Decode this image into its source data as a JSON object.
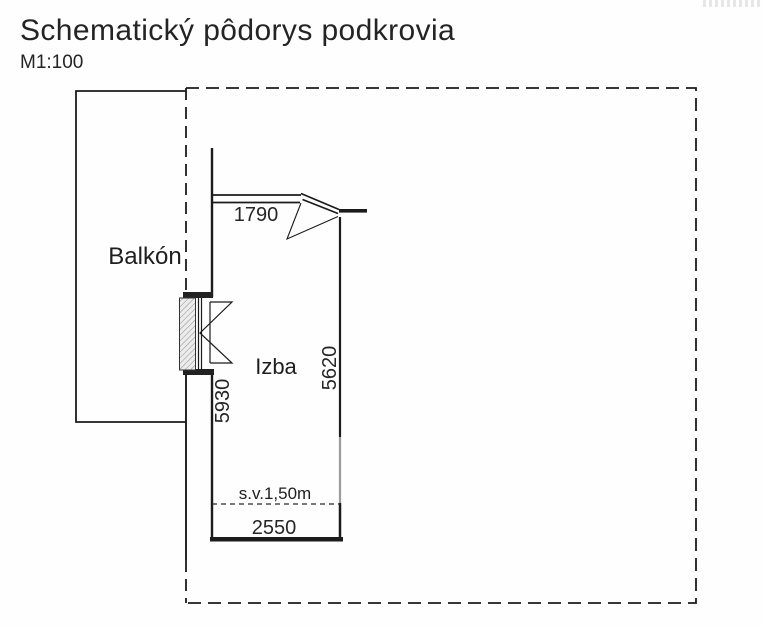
{
  "document": {
    "title": "Schematický pôdorys podkrovia",
    "scale": "M1:100"
  },
  "plan": {
    "balcony_label": "Balkón",
    "room_label": "Izba",
    "ceiling_height_label": "s.v.1,50m",
    "dimensions": {
      "door_opening_top": "1790",
      "room_depth_left": "5930",
      "room_depth_right": "5620",
      "room_width_bottom": "2550"
    },
    "line_colors": {
      "ink": "#1b1b1b",
      "low_wall_gray": "#9b9b9b"
    }
  }
}
